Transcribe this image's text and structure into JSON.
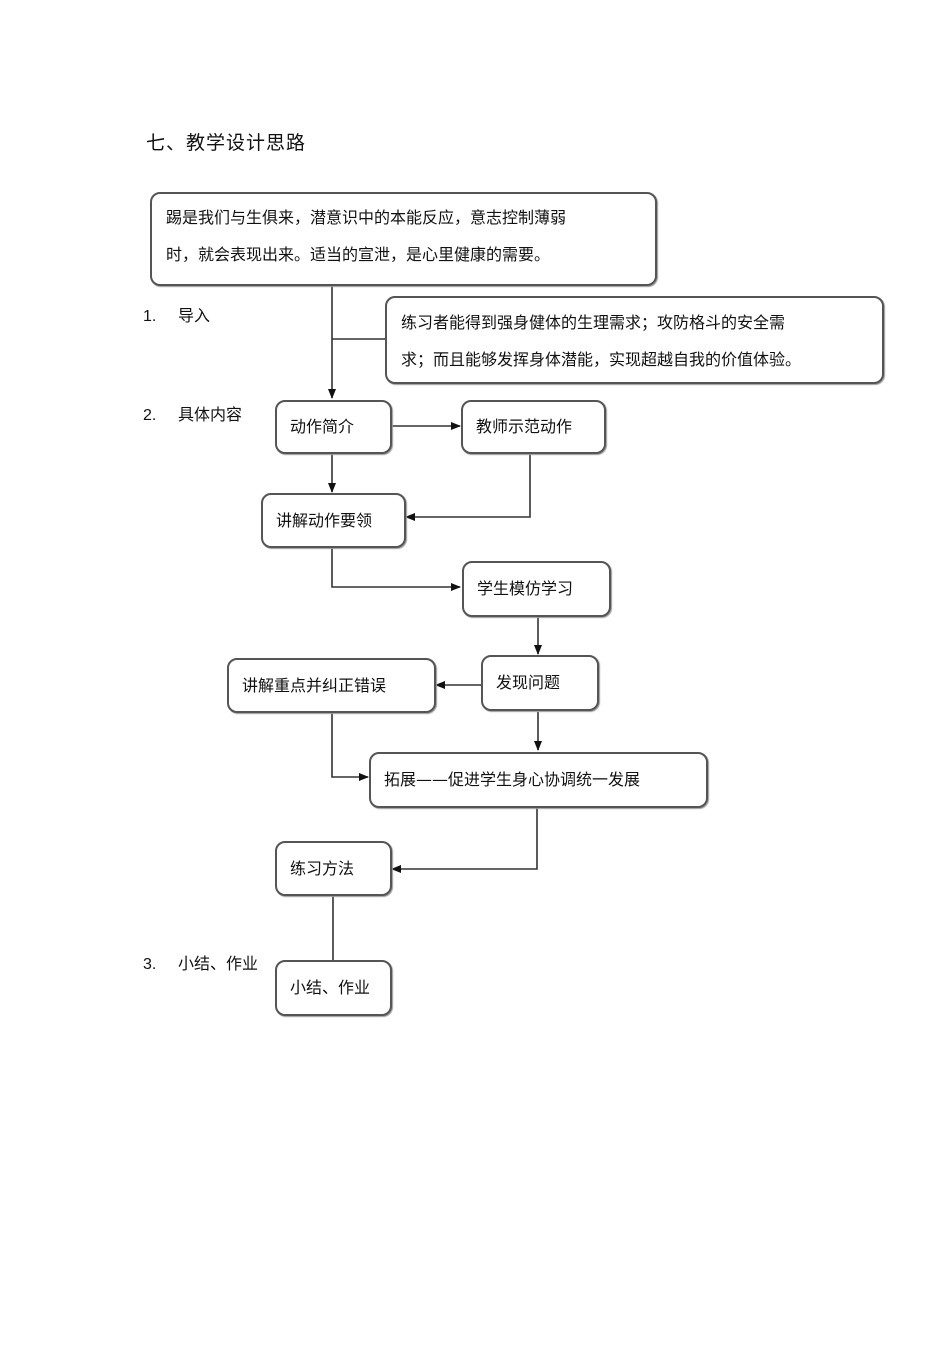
{
  "heading": "七、教学设计思路",
  "steps": [
    {
      "num": "1.",
      "label": "导入"
    },
    {
      "num": "2.",
      "label": "具体内容"
    },
    {
      "num": "3.",
      "label": "小结、作业"
    }
  ],
  "boxes": {
    "intro_top": {
      "line1": "踢是我们与生俱来，潜意识中的本能反应，意志控制薄弱",
      "line2": "时，就会表现出来。适当的宣泄，是心里健康的需要。"
    },
    "intro_side": {
      "line1": "练习者能得到强身健体的生理需求；攻防格斗的安全需",
      "line2": "求；而且能够发挥身体潜能，实现超越自我的价值体验。"
    },
    "action_intro": "动作简介",
    "teacher_demo": "教师示范动作",
    "explain_essentials": "讲解动作要领",
    "student_imitate": "学生模仿学习",
    "find_problems": "发现问题",
    "explain_correct": "讲解重点并纠正错误",
    "extension": "拓展——促进学生身心协调统一发展",
    "practice_method": "练习方法",
    "summary_homework": "小结、作业"
  },
  "colors": {
    "stroke": "#555555",
    "line": "#333333"
  }
}
